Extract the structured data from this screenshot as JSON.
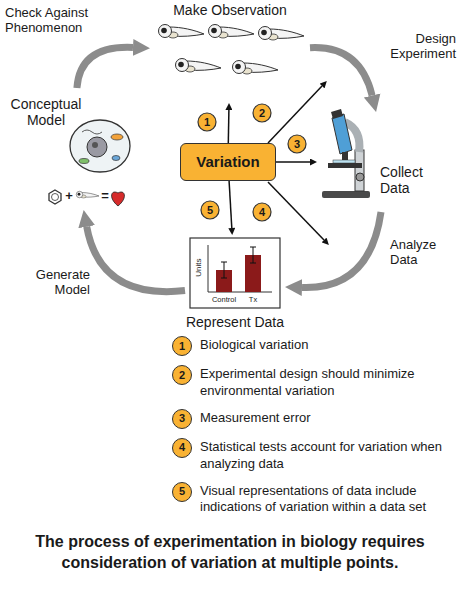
{
  "diagram": {
    "caption": "The process of experimentation in biology requires consideration of variation at multiple points.",
    "nodes": [
      {
        "text": [
          "Make Observation"
        ]
      },
      {
        "text": [
          "Variation"
        ]
      },
      {
        "text": [
          "Collect Data"
        ]
      },
      {
        "text": [
          "Represent Data"
        ]
      },
      {
        "text": [
          "Conceptual Model"
        ]
      }
    ],
    "edges": [
      {
        "from": 0,
        "to": 2,
        "arrow": "to",
        "label": "Design Experiment"
      },
      {
        "from": 2,
        "to": 3,
        "arrow": "to",
        "label": "Analyze Data"
      },
      {
        "from": 3,
        "to": 4,
        "arrow": "to",
        "label": "Generate Model"
      },
      {
        "from": 4,
        "to": 0,
        "arrow": "to",
        "label": "Check Against Phenomenon"
      },
      {
        "from": 1,
        "to": 0,
        "arrow": "to"
      },
      {
        "from": 1,
        "to": 2,
        "arrow": "to"
      },
      {
        "from": 1,
        "to": 3,
        "arrow": "to"
      }
    ],
    "labels": [
      "1",
      "2",
      "3",
      "4",
      "5",
      "Units",
      "Control",
      "Tx",
      "+",
      "=",
      "1",
      "2",
      "3",
      "4",
      "5"
    ],
    "legend": [
      {
        "text": "Biological variation",
        "color": "#f9b233"
      },
      {
        "text": "Experimental design should minimize environmental variation",
        "color": "#f9b233"
      },
      {
        "text": "Measurement error",
        "color": "#f9b233"
      },
      {
        "text": "Statistical tests account for variation when analyzing data",
        "color": "#f9b233"
      },
      {
        "text": "Visual representations of data include indications of variation within a data set",
        "color": "#f9b233"
      }
    ]
  }
}
